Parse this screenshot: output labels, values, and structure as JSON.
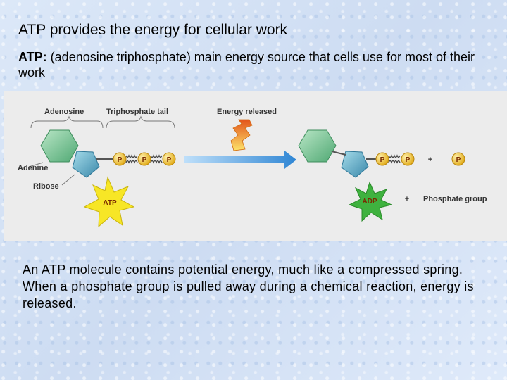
{
  "slide": {
    "title": "ATP provides the energy for cellular work",
    "definition": {
      "term": "ATP:",
      "text": " (adenosine triphosphate) main energy source that cells use for most of their work"
    },
    "caption": "An ATP molecule contains potential energy, much like a compressed spring. When a phosphate group is pulled away during a chemical reaction, energy is released."
  },
  "diagram": {
    "labels": {
      "adenosine": "Adenosine",
      "triphosphate_tail": "Triphosphate tail",
      "energy_released": "Energy released",
      "adenine": "Adenine",
      "ribose": "Ribose",
      "phosphate_group": "Phosphate group",
      "phosphate_symbol": "P",
      "atp": "ATP",
      "adp": "ADP",
      "plus": "+"
    },
    "colors": {
      "adenine": "#6fbf8f",
      "ribose": "#5aa7c4",
      "phosphate": "#f2c233",
      "atp_star": "#f7e626",
      "adp_star": "#3fb23f",
      "arrow": "#3a8fd6",
      "energy_bolt": "#f28a1a"
    }
  }
}
